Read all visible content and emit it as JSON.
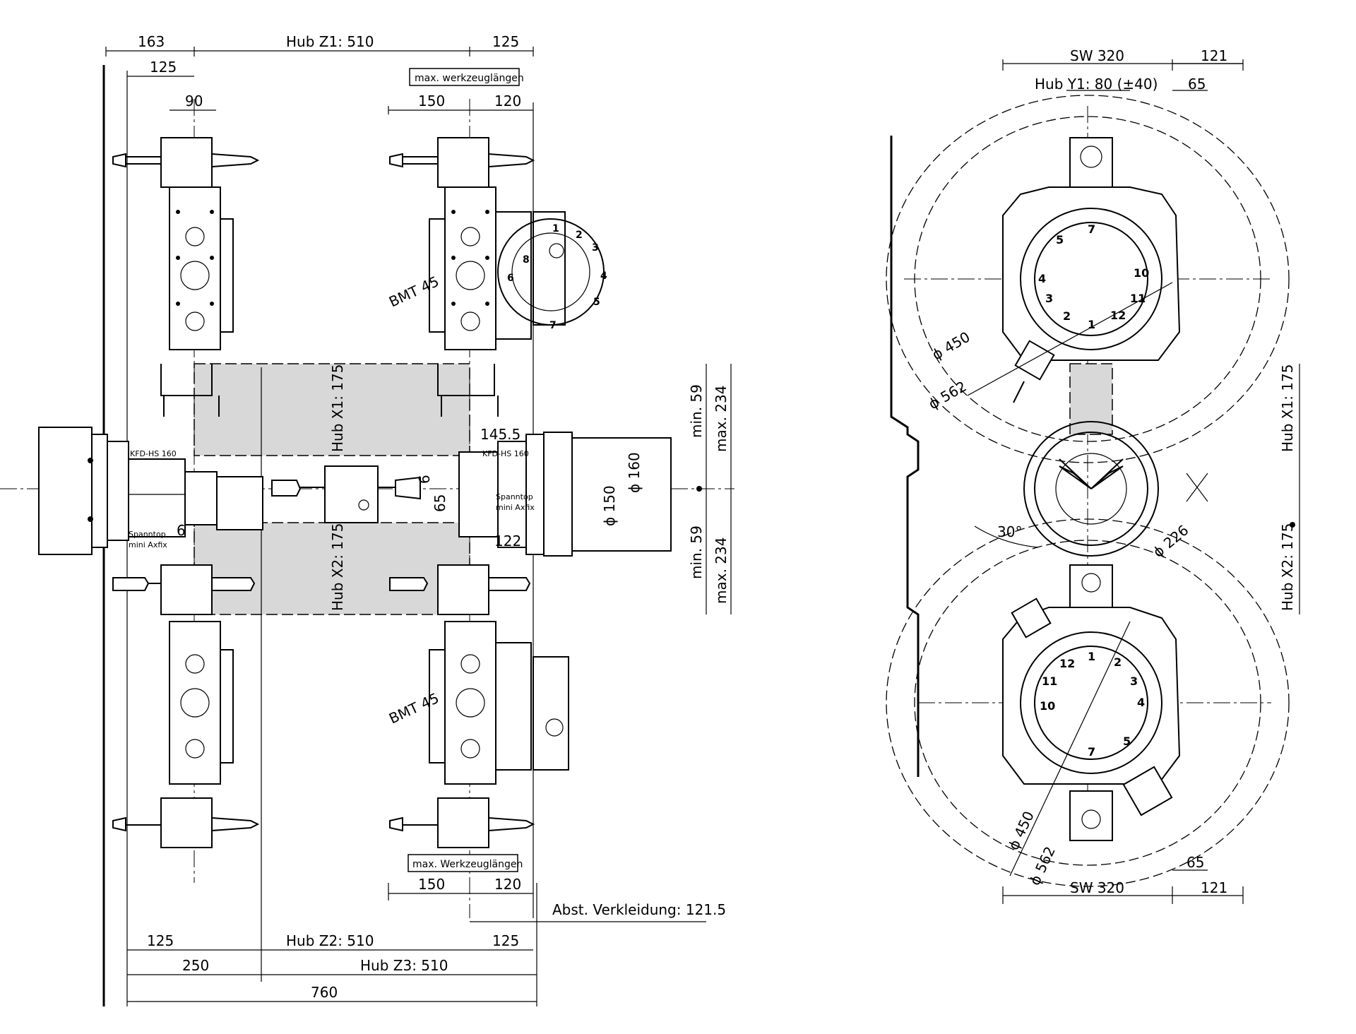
{
  "left_view": {
    "top_dims": {
      "d163": "163",
      "hub_z1": "Hub Z1:  510",
      "d125_right": "125",
      "d125_left": "125",
      "d90": "90",
      "d150": "150",
      "d120": "120"
    },
    "note_top": "max. werkzeuglängen",
    "note_bottom": "max. Werkzeuglängen",
    "bmt_top": "BMT 45",
    "bmt_bottom": "BMT 45",
    "hub_x1": "Hub X1:  175",
    "hub_x2": "Hub X2:  175",
    "kfd_left": "KFD-HS 160",
    "kfd_right": "KFD-HS 160",
    "spanntop_left_1": "Spanntop",
    "spanntop_left_2": "mini Axfix",
    "spanntop_right_1": "Spanntop",
    "spanntop_right_2": "mini Axfix",
    "d145_5": "145.5",
    "d6_left": "6",
    "d6_center": "6",
    "d65": "65",
    "d122": "122",
    "dia160": "ϕ 160",
    "dia150": "ϕ 150",
    "min59_top": "min. 59",
    "max234_top": "max. 234",
    "min59_bottom": "min. 59",
    "max234_bottom": "max. 234",
    "abst": "Abst. Verkleidung: 121.5",
    "bottom_dims": {
      "d150": "150",
      "d120": "120",
      "d125_left": "125",
      "hub_z2": "Hub Z2:  510",
      "d125_right": "125",
      "d250": "250",
      "hub_z3": "Hub Z3:  510",
      "d760": "760"
    }
  },
  "right_view": {
    "sw320_top": "SW 320",
    "d121_top": "121",
    "hub_y1": "Hub  Y1:  80 (±40)",
    "d65_top": "65",
    "dia450_top": "ϕ 450",
    "dia562_top": "ϕ 562",
    "hub_x1": "Hub X1: 175",
    "hub_x2": "Hub X2: 175",
    "angle30": "30°",
    "dia226": "ϕ 226",
    "dia450_bottom": "ϕ 450",
    "dia562_bottom": "ϕ 562",
    "d65_bottom": "65",
    "sw320_bottom": "SW 320",
    "d121_bottom": "121",
    "turret_top_numbers": [
      "1",
      "2",
      "3",
      "4",
      "5",
      "7",
      "10",
      "11",
      "12"
    ],
    "turret_bottom_numbers": [
      "1",
      "2",
      "3",
      "4",
      "5",
      "7",
      "10",
      "11",
      "12"
    ]
  },
  "disc_numbers": [
    "1",
    "2",
    "3",
    "4",
    "5",
    "6",
    "7",
    "8"
  ]
}
